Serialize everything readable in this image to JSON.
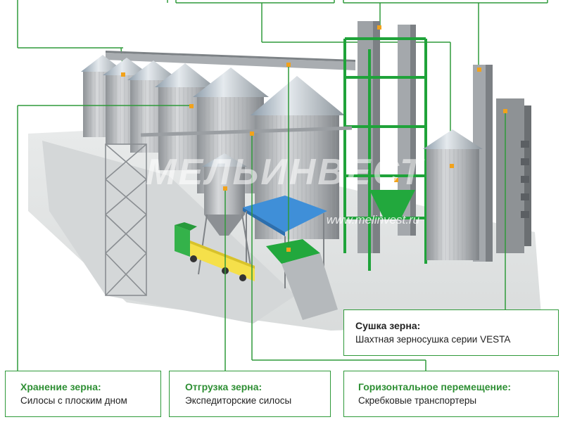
{
  "watermark": {
    "brand": "МЕЛЬИНВЕСТ",
    "url": "www.melinvest.ru"
  },
  "callouts": {
    "drying": {
      "title": "Сушка зерна:",
      "subtitle": "Шахтная зерносушка серии VESTA"
    },
    "storage": {
      "title": "Хранение зерна:",
      "subtitle": "Силосы с плоским дном"
    },
    "shipping": {
      "title": "Отгрузка зерна:",
      "subtitle": "Экспедиторские силосы"
    },
    "horizontal": {
      "title": "Горизонтальное перемещение:",
      "subtitle": "Скребковые транспортеры"
    }
  },
  "colors": {
    "accent_green": "#2f9a3a",
    "marker_orange": "#f2a21b",
    "silo_steel": "#b9bcc0",
    "canopy_blue": "#3f8fd8",
    "structure_green": "#1fa33a",
    "truck_yellow": "#f5e04a"
  }
}
